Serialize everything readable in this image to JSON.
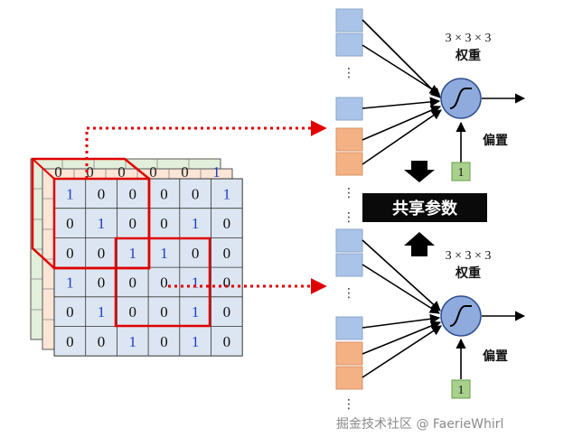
{
  "input_matrix": [
    [
      1,
      0,
      0,
      0,
      0,
      1
    ],
    [
      0,
      1,
      0,
      0,
      1,
      0
    ],
    [
      0,
      0,
      1,
      1,
      0,
      0
    ],
    [
      1,
      0,
      0,
      0,
      1,
      0
    ],
    [
      0,
      1,
      0,
      0,
      1,
      0
    ],
    [
      0,
      0,
      1,
      0,
      1,
      0
    ]
  ],
  "back_layer_top_row": [
    "0",
    "0",
    "0",
    "0",
    "0",
    "1"
  ],
  "neuron_top": {
    "weights_dims": "3 × 3 × 3",
    "weights_label": "权重",
    "bias_label": "偏置",
    "bias_value": "1"
  },
  "neuron_bottom": {
    "weights_dims": "3 × 3 × 3",
    "weights_label": "权重",
    "bias_label": "偏置",
    "bias_value": "1"
  },
  "shared_params_label": "共享参数",
  "watermark": "掘金技术社区 @ FaerieWhirl",
  "colors": {
    "grid_fill": "#dce6f2",
    "grid_back1": "#fbe5d6",
    "grid_back2": "#e2efda",
    "blue_one": "#1f3fbf",
    "red": "#e00000",
    "box_blue": "#a9c4e8",
    "box_orange": "#f4b183",
    "neuron_fill": "#8faadc",
    "bias_fill": "#a9d18e",
    "shared_bg": "#0a0a0a"
  }
}
